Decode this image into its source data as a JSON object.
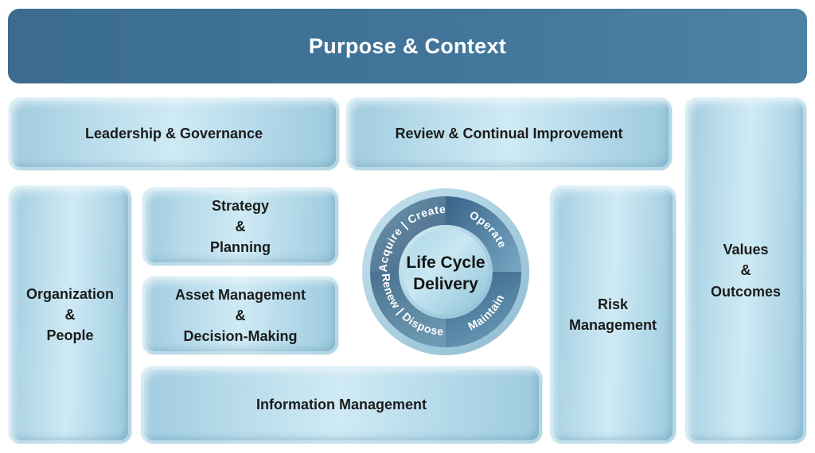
{
  "header": {
    "label": "Purpose & Context"
  },
  "panels": {
    "leadership": {
      "label": "Leadership & Governance"
    },
    "review": {
      "label": "Review & Continual Improvement"
    },
    "values": {
      "label": "Values\n&\nOutcomes"
    },
    "organization": {
      "label": "Organization\n&\nPeople"
    },
    "strategy": {
      "label": "Strategy\n&\nPlanning"
    },
    "asset": {
      "label": "Asset Management\n&\nDecision-Making"
    },
    "risk": {
      "label": "Risk\nManagement"
    },
    "information": {
      "label": "Information Management"
    }
  },
  "lifecycle": {
    "center_line1": "Life Cycle",
    "center_line2": "Delivery",
    "segments": [
      {
        "id": "acquire-create",
        "label": "Acquire | Create",
        "position": "top-left"
      },
      {
        "id": "operate",
        "label": "Operate",
        "position": "top-right"
      },
      {
        "id": "maintain",
        "label": "Maintain",
        "position": "bottom-right"
      },
      {
        "id": "renew-dispose",
        "label": "Renew | Dispose",
        "position": "bottom-left"
      }
    ]
  },
  "colors": {
    "header_gradient_start": "#3b6c90",
    "header_gradient_end": "#4d82a5",
    "panel_light": "#cfeaf4",
    "panel_mid": "#a9d4e5",
    "wheel_dark_quadrant": "#3c688b",
    "wheel_light_quadrant": "#6fa0bc",
    "wheel_rim": "#aed3e2",
    "text_dark": "#1b1b1b",
    "text_white": "#ffffff"
  }
}
